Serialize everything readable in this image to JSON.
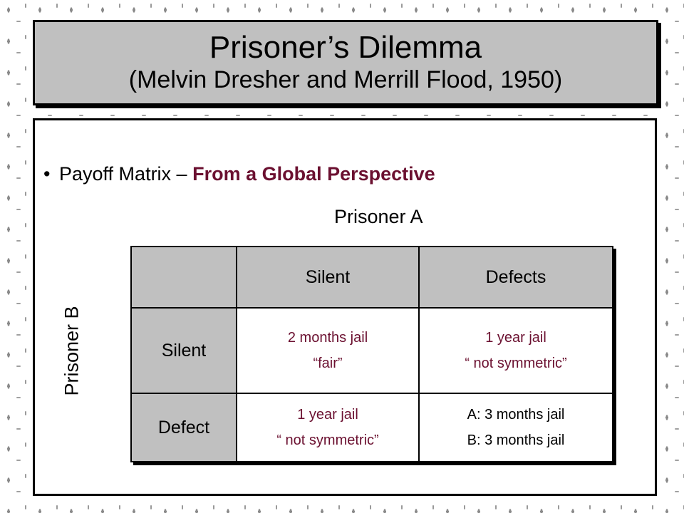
{
  "slide": {
    "title_line1": "Prisoner’s Dilemma",
    "title_line2": "(Melvin Dresher and Merrill Flood, 1950)",
    "bullet_prefix": "Payoff Matrix – ",
    "bullet_emphasis": "From a Global Perspective",
    "prisoner_a_label": "Prisoner A",
    "prisoner_b_label": "Prisoner B"
  },
  "matrix": {
    "col_headers": [
      "Silent",
      "Defects"
    ],
    "rows": [
      {
        "label": "Silent",
        "cells": [
          {
            "line1": "2 months jail",
            "line2": "“fair”"
          },
          {
            "line1": "1 year jail",
            "line2": "“ not symmetric”"
          }
        ]
      },
      {
        "label": "Defect",
        "cells": [
          {
            "line1": "1 year jail",
            "line2": "“ not symmetric”"
          },
          {
            "line1": "A: 3 months jail",
            "line2": "B: 3 months jail"
          }
        ]
      }
    ]
  },
  "colors": {
    "accent": "#6b1030",
    "header_fill": "#c0c0c0"
  }
}
